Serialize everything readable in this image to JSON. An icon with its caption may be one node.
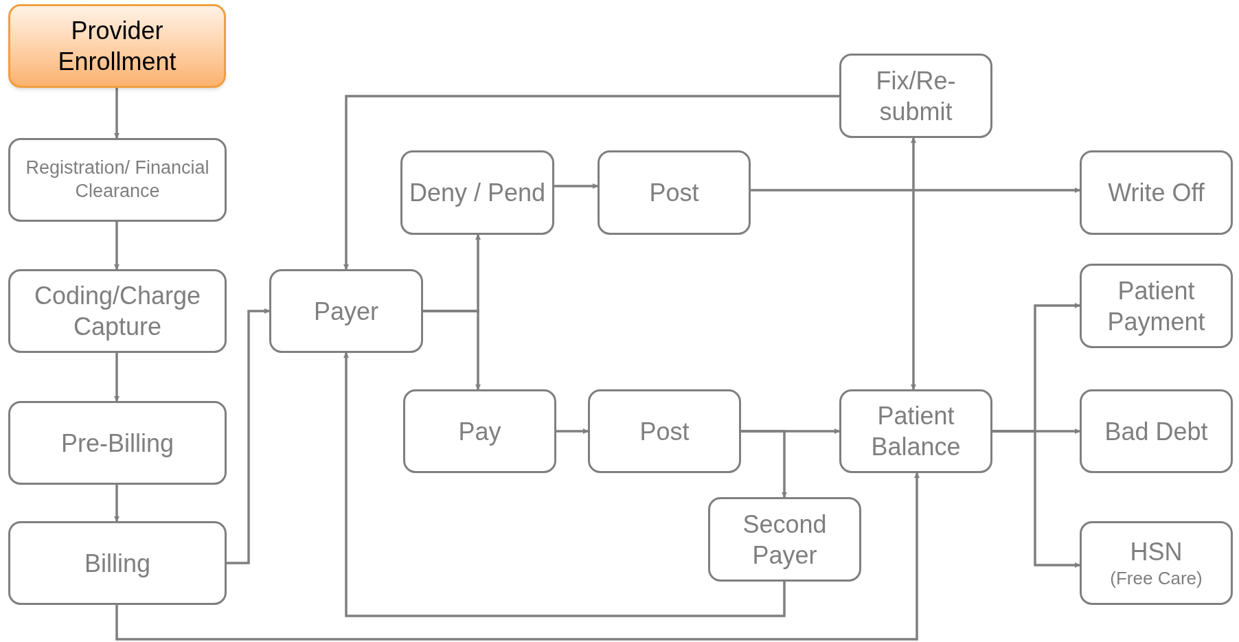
{
  "diagram": {
    "nodes": [
      {
        "text": [
          "Provider Enrollment"
        ]
      },
      {
        "text": [
          "Registration/ Financial Clearance"
        ]
      },
      {
        "text": [
          "Coding/Charge Capture"
        ]
      },
      {
        "text": [
          "Pre-Billing"
        ]
      },
      {
        "text": [
          "Billing"
        ]
      },
      {
        "text": [
          "Payer"
        ]
      },
      {
        "text": [
          "Deny / Pend"
        ]
      },
      {
        "text": [
          "Post"
        ]
      },
      {
        "text": [
          "Fix/Re- submit"
        ]
      },
      {
        "text": [
          "Write Off"
        ]
      },
      {
        "text": [
          "Pay"
        ]
      },
      {
        "text": [
          "Post"
        ]
      },
      {
        "text": [
          "Patient Balance"
        ]
      },
      {
        "text": [
          "Patient Payment"
        ]
      },
      {
        "text": [
          "Bad Debt"
        ]
      },
      {
        "text": [
          "Second Payer"
        ]
      },
      {
        "text": [
          "HSN",
          "(Free Care)"
        ]
      }
    ],
    "edges": [
      {
        "from": 0,
        "to": 1,
        "arrow": "to"
      },
      {
        "from": 1,
        "to": 2,
        "arrow": "to"
      },
      {
        "from": 2,
        "to": 3,
        "arrow": "to"
      },
      {
        "from": 3,
        "to": 4,
        "arrow": "to"
      },
      {
        "from": 4,
        "to": 5,
        "arrow": "to"
      },
      {
        "from": 5,
        "to": 6,
        "arrow": "to"
      },
      {
        "from": 5,
        "to": 10,
        "arrow": "to"
      },
      {
        "from": 6,
        "to": 7,
        "arrow": "to"
      },
      {
        "from": 7,
        "to": 9,
        "arrow": "to"
      },
      {
        "from": 8,
        "to": 5,
        "arrow": "to"
      },
      {
        "from": 12,
        "to": 8,
        "arrow": "both"
      },
      {
        "from": 10,
        "to": 11,
        "arrow": "to"
      },
      {
        "from": 11,
        "to": 12,
        "arrow": "to"
      },
      {
        "from": 11,
        "to": 15,
        "arrow": "to"
      },
      {
        "from": 15,
        "to": 5,
        "arrow": "to"
      },
      {
        "from": 4,
        "to": 12,
        "arrow": "to"
      },
      {
        "from": 12,
        "to": 13,
        "arrow": "to"
      },
      {
        "from": 12,
        "to": 14,
        "arrow": "to"
      },
      {
        "from": 12,
        "to": 16,
        "arrow": "to"
      }
    ]
  }
}
